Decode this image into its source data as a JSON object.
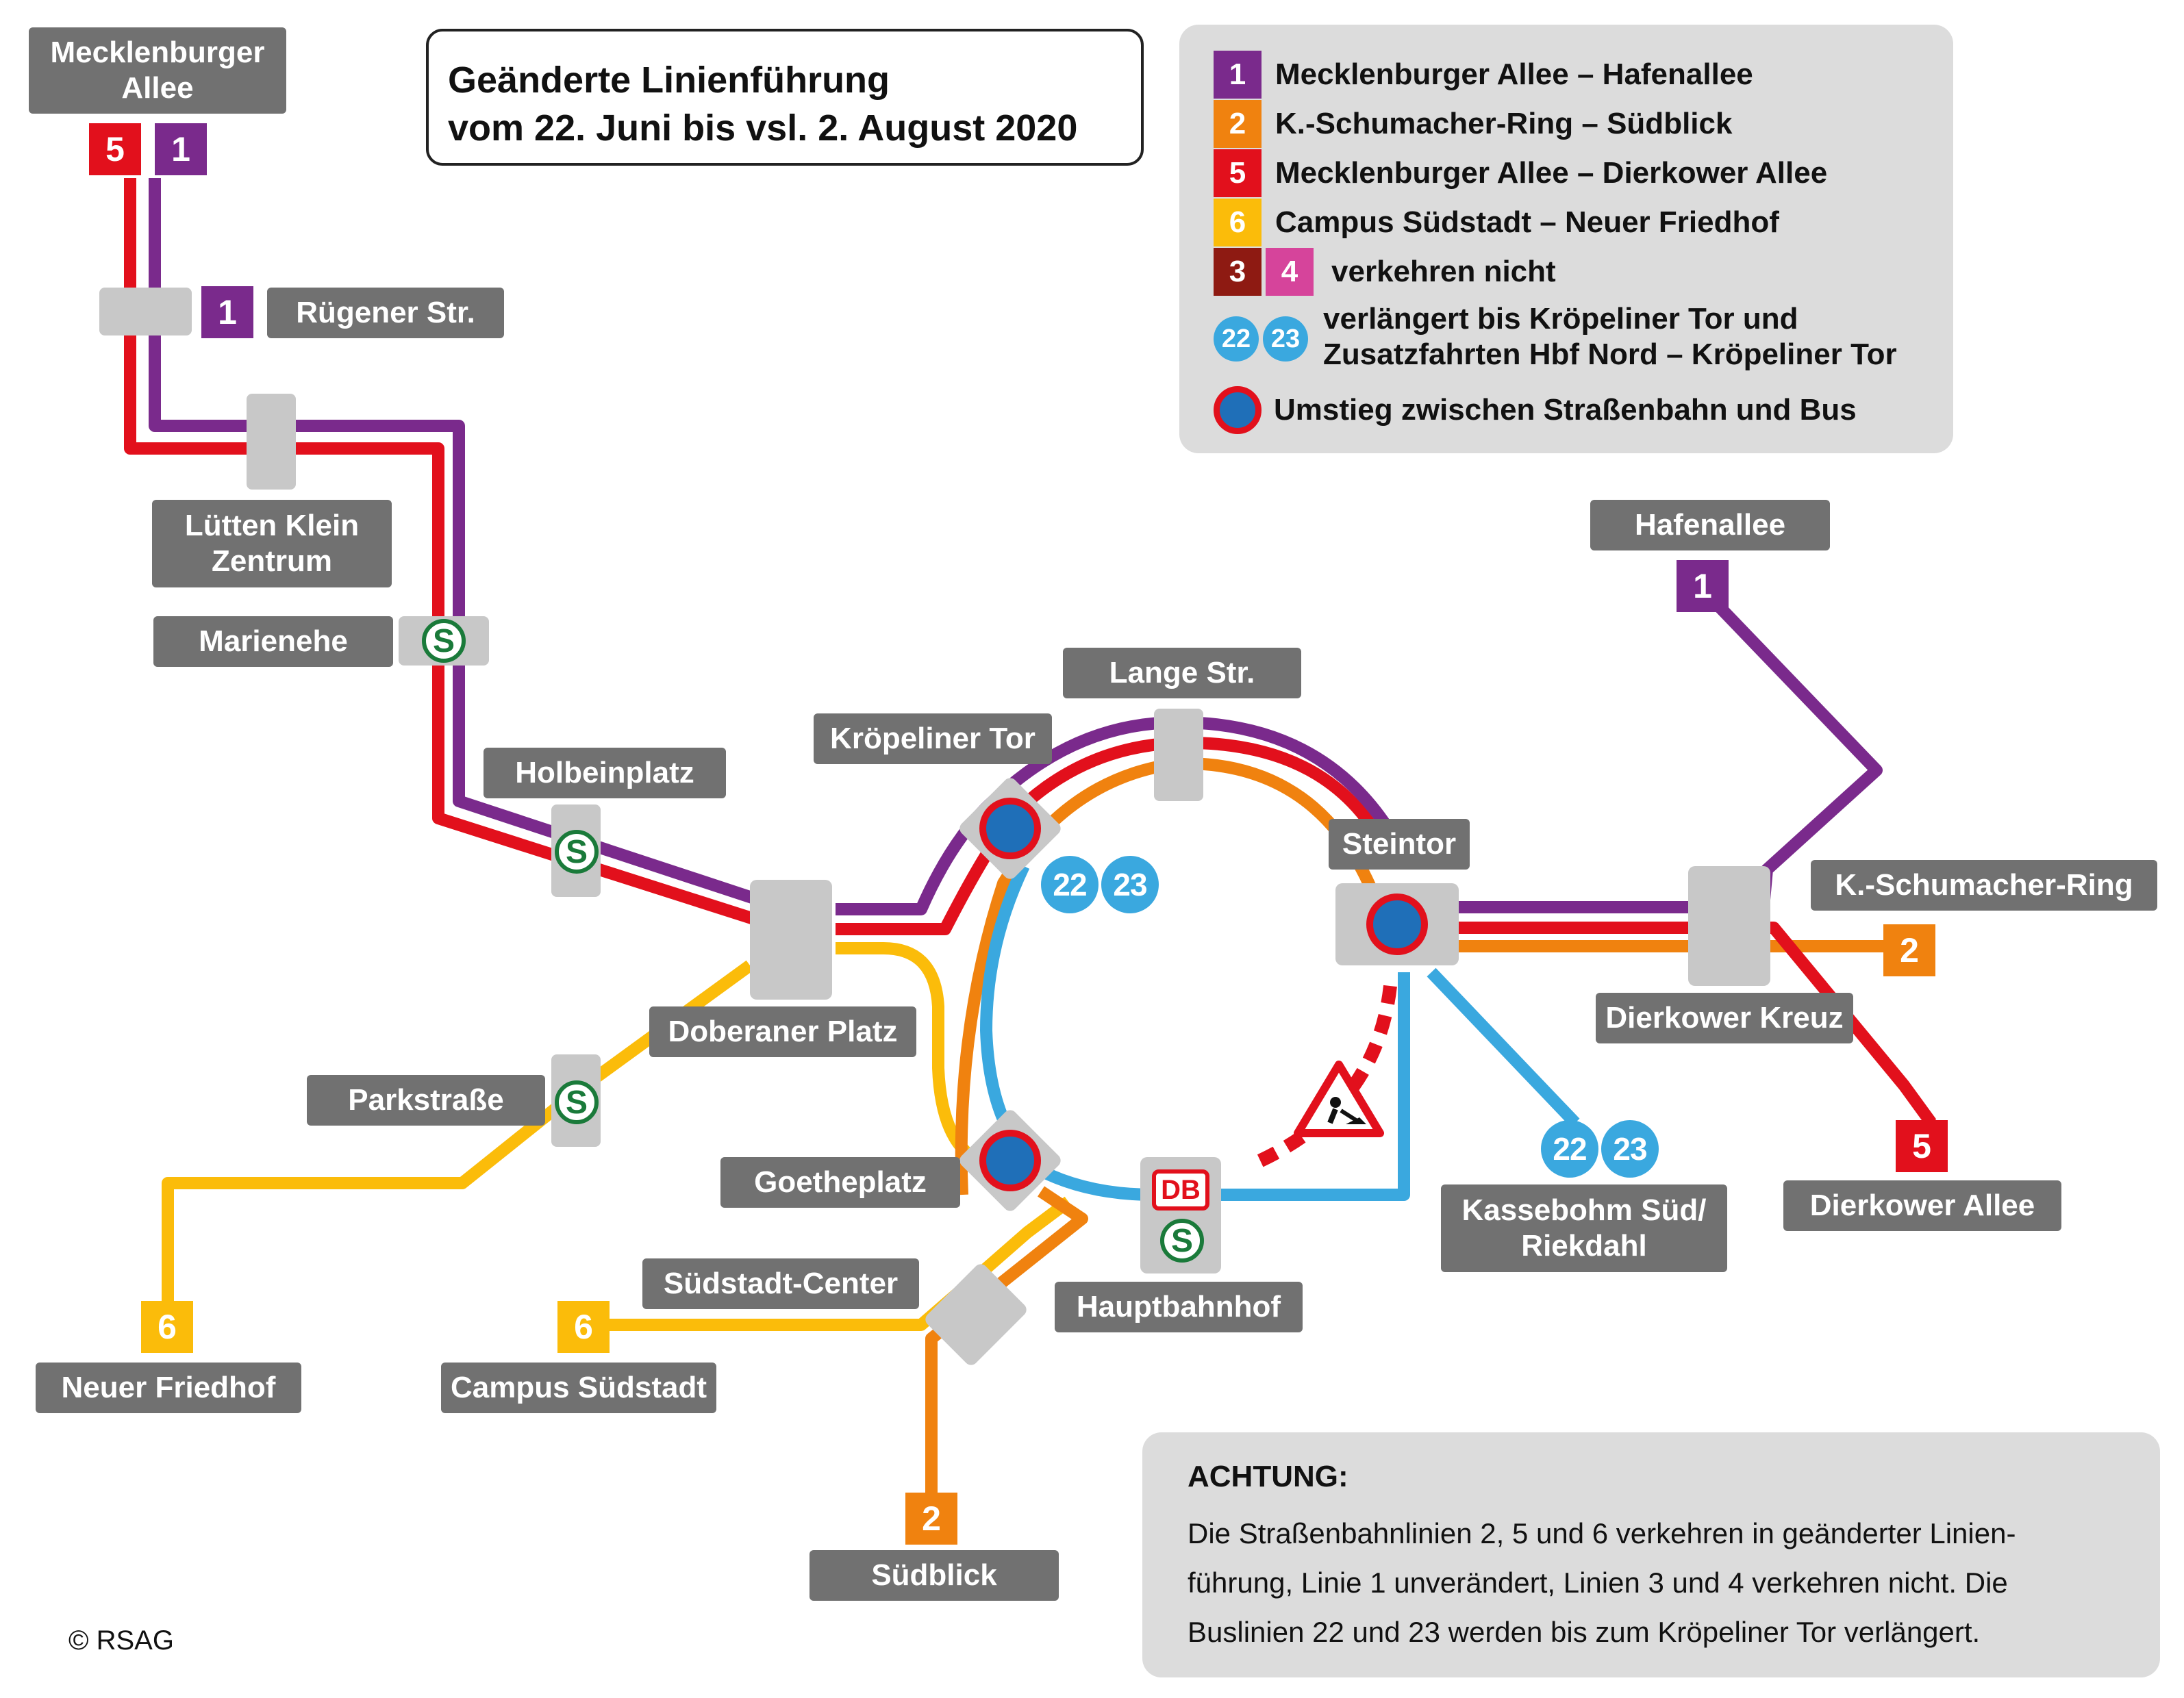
{
  "title": {
    "line1": "Geänderte Linienführung",
    "line2": "vom 22. Juni bis vsl. 2. August 2020"
  },
  "colors": {
    "line1": "#7a2a8c",
    "line2": "#f0820f",
    "line5": "#e2101c",
    "line6": "#fbbc0a",
    "line3": "#8e1a12",
    "line4": "#d6449b",
    "bus": "#3aa8df",
    "sbahn": "#1a7a3a",
    "label_bg": "#717171",
    "station_box": "#c8c8c8"
  },
  "legend": {
    "rows": [
      {
        "numbers": [
          "1"
        ],
        "text": "Mecklenburger Allee – Hafenallee"
      },
      {
        "numbers": [
          "2"
        ],
        "text": "K.-Schumacher-Ring – Südblick"
      },
      {
        "numbers": [
          "5"
        ],
        "text": "Mecklenburger Allee – Dierkower Allee"
      },
      {
        "numbers": [
          "6"
        ],
        "text": "Campus Südstadt – Neuer Friedhof"
      },
      {
        "numbers": [
          "3",
          "4"
        ],
        "text": "verkehren nicht"
      }
    ],
    "bus_numbers": [
      "22",
      "23"
    ],
    "bus_text_line1": "verlängert bis Kröpeliner Tor und",
    "bus_text_line2": "Zusatzfahrten Hbf Nord – Kröpeliner Tor",
    "transfer_text": "Umstieg zwischen Straßenbahn und Bus"
  },
  "stations": {
    "mecklenburger_allee": "Mecklenburger\nAllee",
    "ruegener_str": "Rügener Str.",
    "luetten_klein": "Lütten Klein\nZentrum",
    "marienehe": "Marienehe",
    "holbeinplatz": "Holbeinplatz",
    "kroepeliner_tor": "Kröpeliner Tor",
    "lange_str": "Lange Str.",
    "steintor": "Steintor",
    "hafenallee": "Hafenallee",
    "k_schumacher_ring": "K.-Schumacher-Ring",
    "doberaner_platz": "Doberaner Platz",
    "parkstrasse": "Parkstraße",
    "dierkower_kreuz": "Dierkower Kreuz",
    "goetheplatz": "Goetheplatz",
    "kassebohm": "Kassebohm Süd/\nRiekdahl",
    "dierkower_allee": "Dierkower Allee",
    "suedstadt_center": "Südstadt-Center",
    "hauptbahnhof": "Hauptbahnhof",
    "neuer_friedhof": "Neuer Friedhof",
    "campus_suedstadt": "Campus Südstadt",
    "suedblick": "Südblick"
  },
  "badges": {
    "b1": "1",
    "b2": "2",
    "b5": "5",
    "b6": "6"
  },
  "bus_lines": [
    "22",
    "23"
  ],
  "symbols": {
    "sbahn": "S",
    "db": "DB"
  },
  "note": {
    "title": "ACHTUNG:",
    "text": "Die Straßenbahnlinien 2, 5 und 6 verkehren in geänderter Linien-\nführung, Linie 1 unverändert, Linien 3 und 4 verkehren nicht. Die\nBuslinien 22 und 23 werden bis zum Kröpeliner Tor verlängert."
  },
  "copyright": "© RSAG"
}
